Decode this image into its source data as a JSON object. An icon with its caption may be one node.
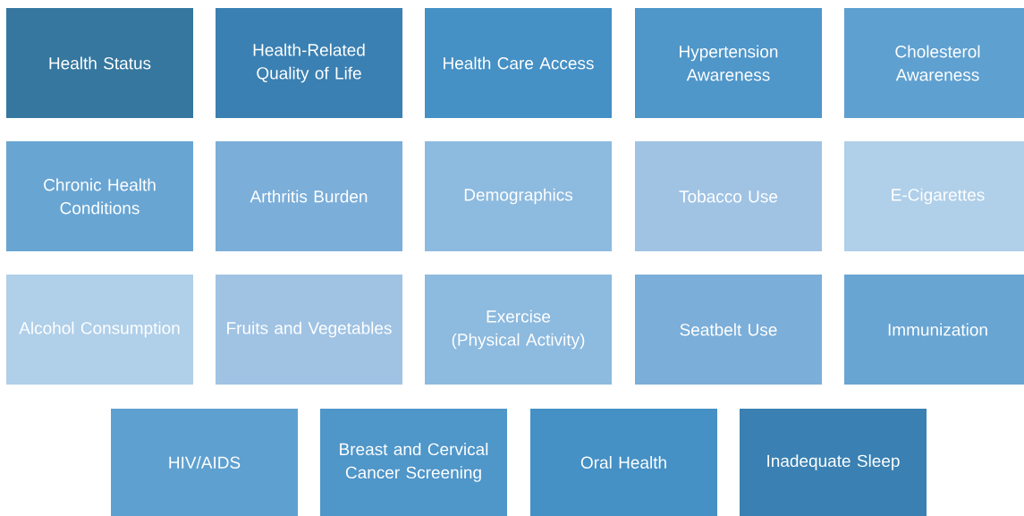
{
  "diagram": {
    "nodes": [
      {
        "text": [
          "Health Status"
        ]
      },
      {
        "text": [
          "Health-Related Quality of Life"
        ]
      },
      {
        "text": [
          "Health Care Access"
        ]
      },
      {
        "text": [
          "Hypertension Awareness"
        ]
      },
      {
        "text": [
          "Cholesterol Awareness"
        ]
      },
      {
        "text": [
          "Chronic Health Conditions"
        ]
      },
      {
        "text": [
          "Arthritis Burden"
        ]
      },
      {
        "text": [
          "Demographics"
        ]
      },
      {
        "text": [
          "Tobacco Use"
        ]
      },
      {
        "text": [
          "E-Cigarettes"
        ]
      },
      {
        "text": [
          "Alcohol Consumption"
        ]
      },
      {
        "text": [
          "Fruits and Vegetables"
        ]
      },
      {
        "text": [
          "Exercise (Physical Activity)"
        ]
      },
      {
        "text": [
          "Seatbelt Use"
        ]
      },
      {
        "text": [
          "Immunization"
        ]
      },
      {
        "text": [
          "HIV/AIDS"
        ]
      },
      {
        "text": [
          "Breast and Cervical Cancer Screening"
        ]
      },
      {
        "text": [
          "Oral Health"
        ]
      },
      {
        "text": [
          "Inadequate Sleep"
        ]
      }
    ]
  }
}
